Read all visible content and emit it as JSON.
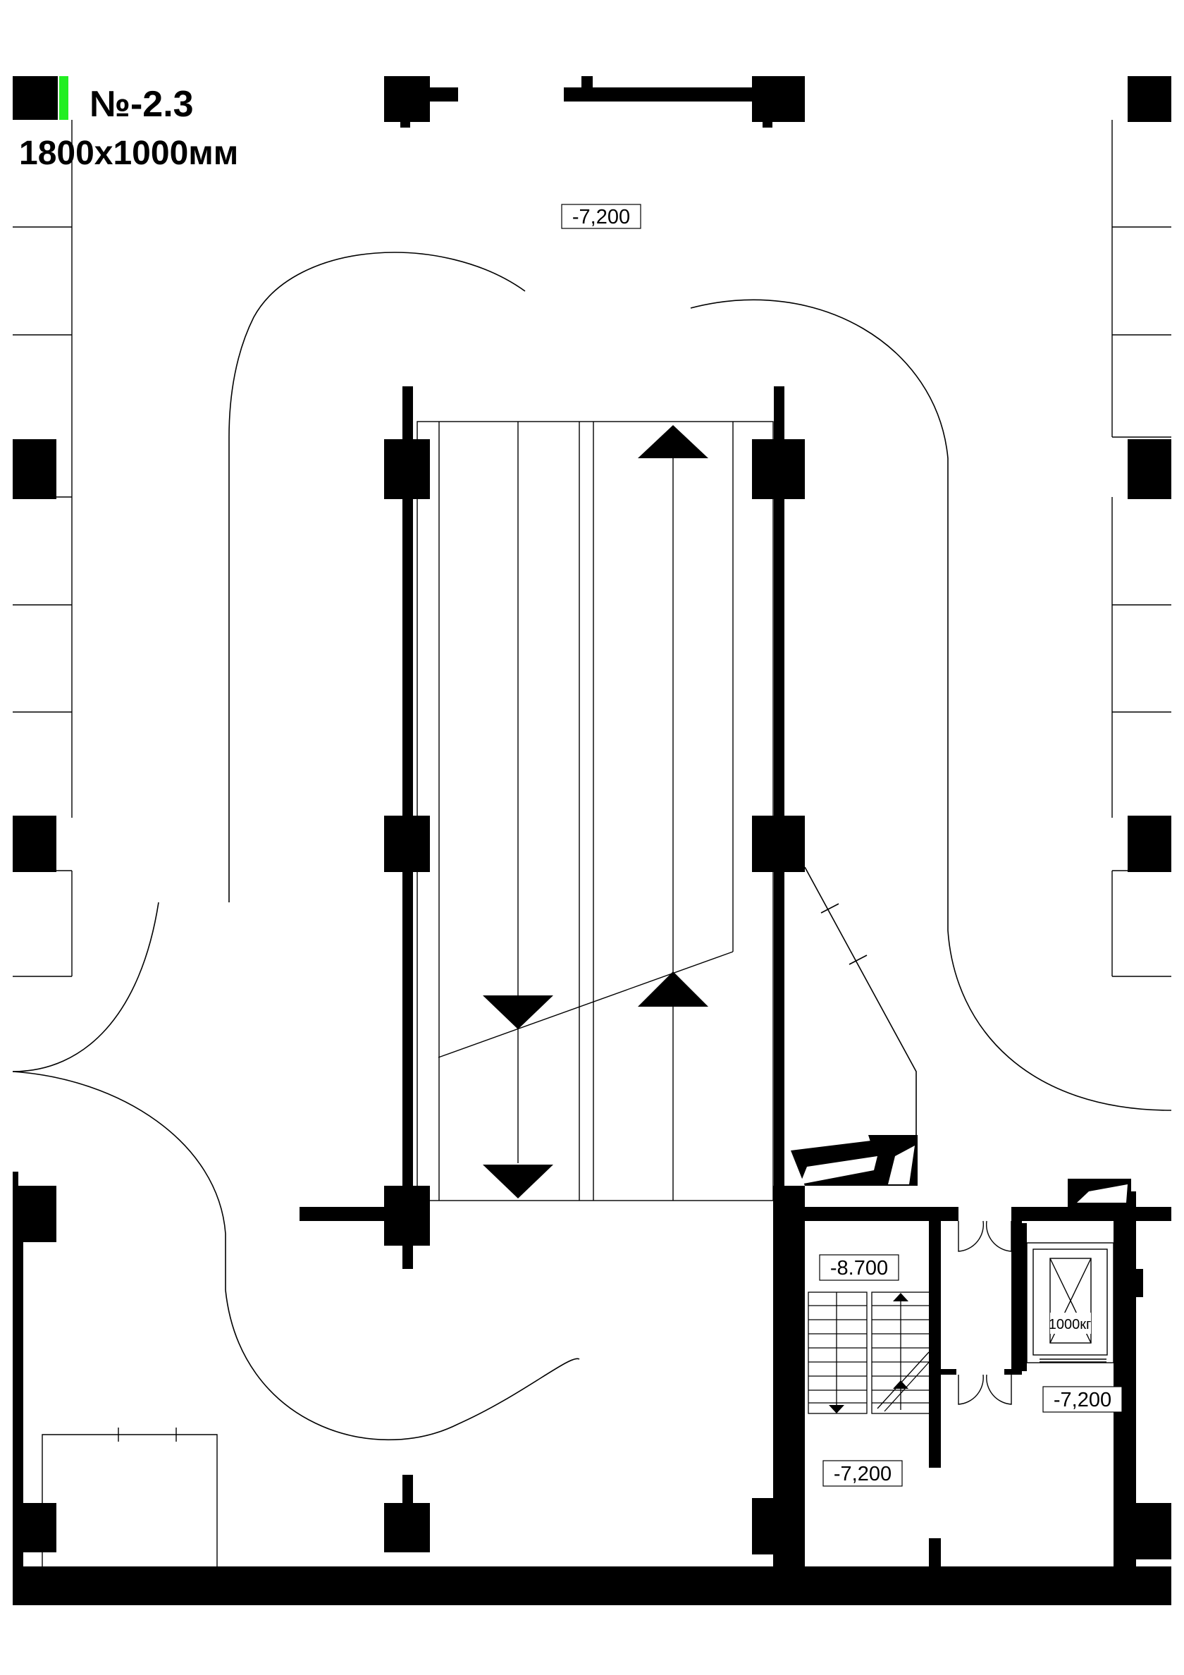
{
  "header": {
    "parking_number": "№-2.3",
    "parking_size": "1800x1000мм"
  },
  "colors": {
    "ink": "#000000",
    "paper": "#ffffff",
    "highlight_marker": "#22ee22"
  },
  "level_labels": {
    "top": "-7,200",
    "stair_landing": "-8.700",
    "stair_bottom": "-7,200",
    "lift_lobby": "-7,200"
  },
  "elevator": {
    "capacity": "1000кг"
  },
  "icons": {
    "ramp_arrow": "triangle-arrow-icon",
    "stair_arrow": "small-triangle-arrow-icon",
    "elevator_cab": "elevator-cab-icon",
    "door_swing": "double-door-swing-icon"
  }
}
